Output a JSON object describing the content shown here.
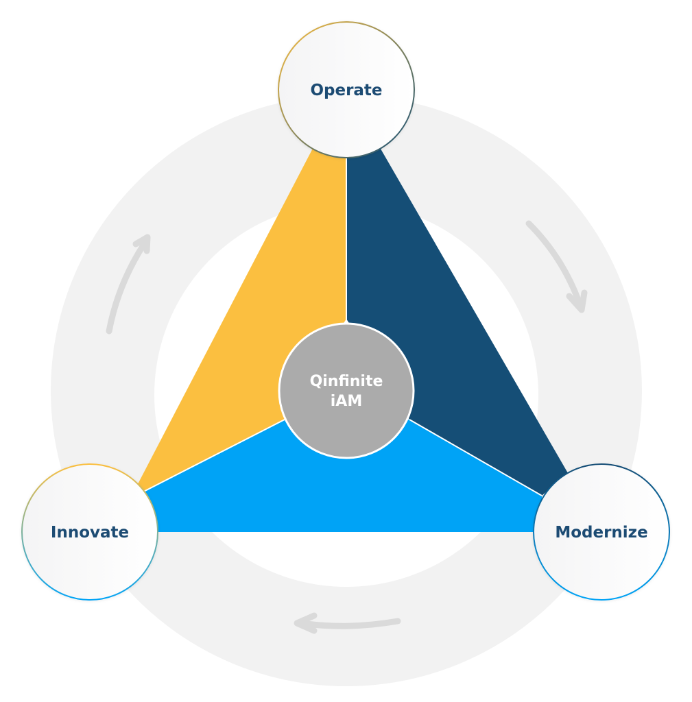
{
  "center": {
    "line1": "Qinfinite",
    "line2": "iAM"
  },
  "nodes": {
    "operate": "Operate",
    "innovate": "Innovate",
    "modernize": "Modernize"
  },
  "colors": {
    "yellow": "#fbbf40",
    "navy": "#154e76",
    "blue": "#00a3f6",
    "ring": "#f2f2f2",
    "arrow": "#dadada",
    "hub": "#ababab",
    "label_text": "#1b4b73",
    "hub_text": "#ffffff"
  },
  "icons": {
    "cycle_arrow": "curved-arrow-icon"
  }
}
